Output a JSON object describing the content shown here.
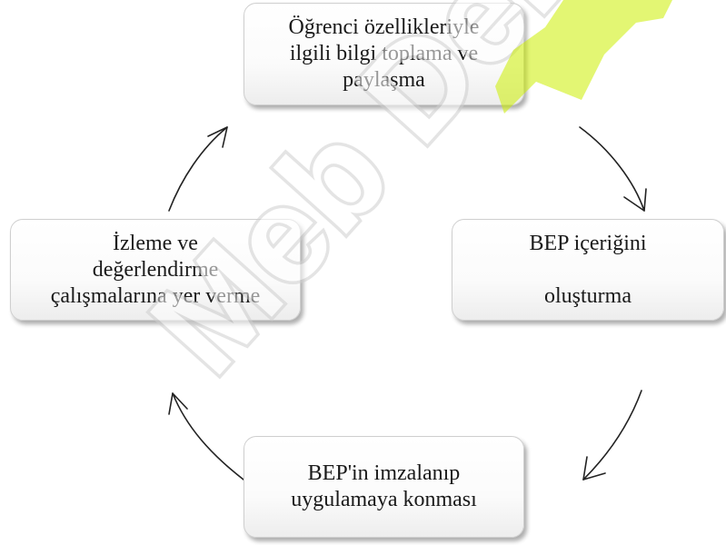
{
  "diagram": {
    "steps": [
      {
        "id": "top",
        "text": "Öğrenci özellikleriyle\nilgili bilgi toplama ve\npaylaşma"
      },
      {
        "id": "right",
        "text": "BEP içeriğini\n\noluşturma"
      },
      {
        "id": "bottom",
        "text": "BEP'in imzalanıp\nuygulamaya konması"
      },
      {
        "id": "left",
        "text": "İzleme ve\ndeğerlendirme\nçalışmalarına yer verme"
      }
    ],
    "flow": "clockwise"
  },
  "watermark": {
    "text": "Meb Ders",
    "colors": {
      "fill": "#ffffff",
      "outline": "#cfcfcf",
      "accent": "#ccee00"
    }
  }
}
